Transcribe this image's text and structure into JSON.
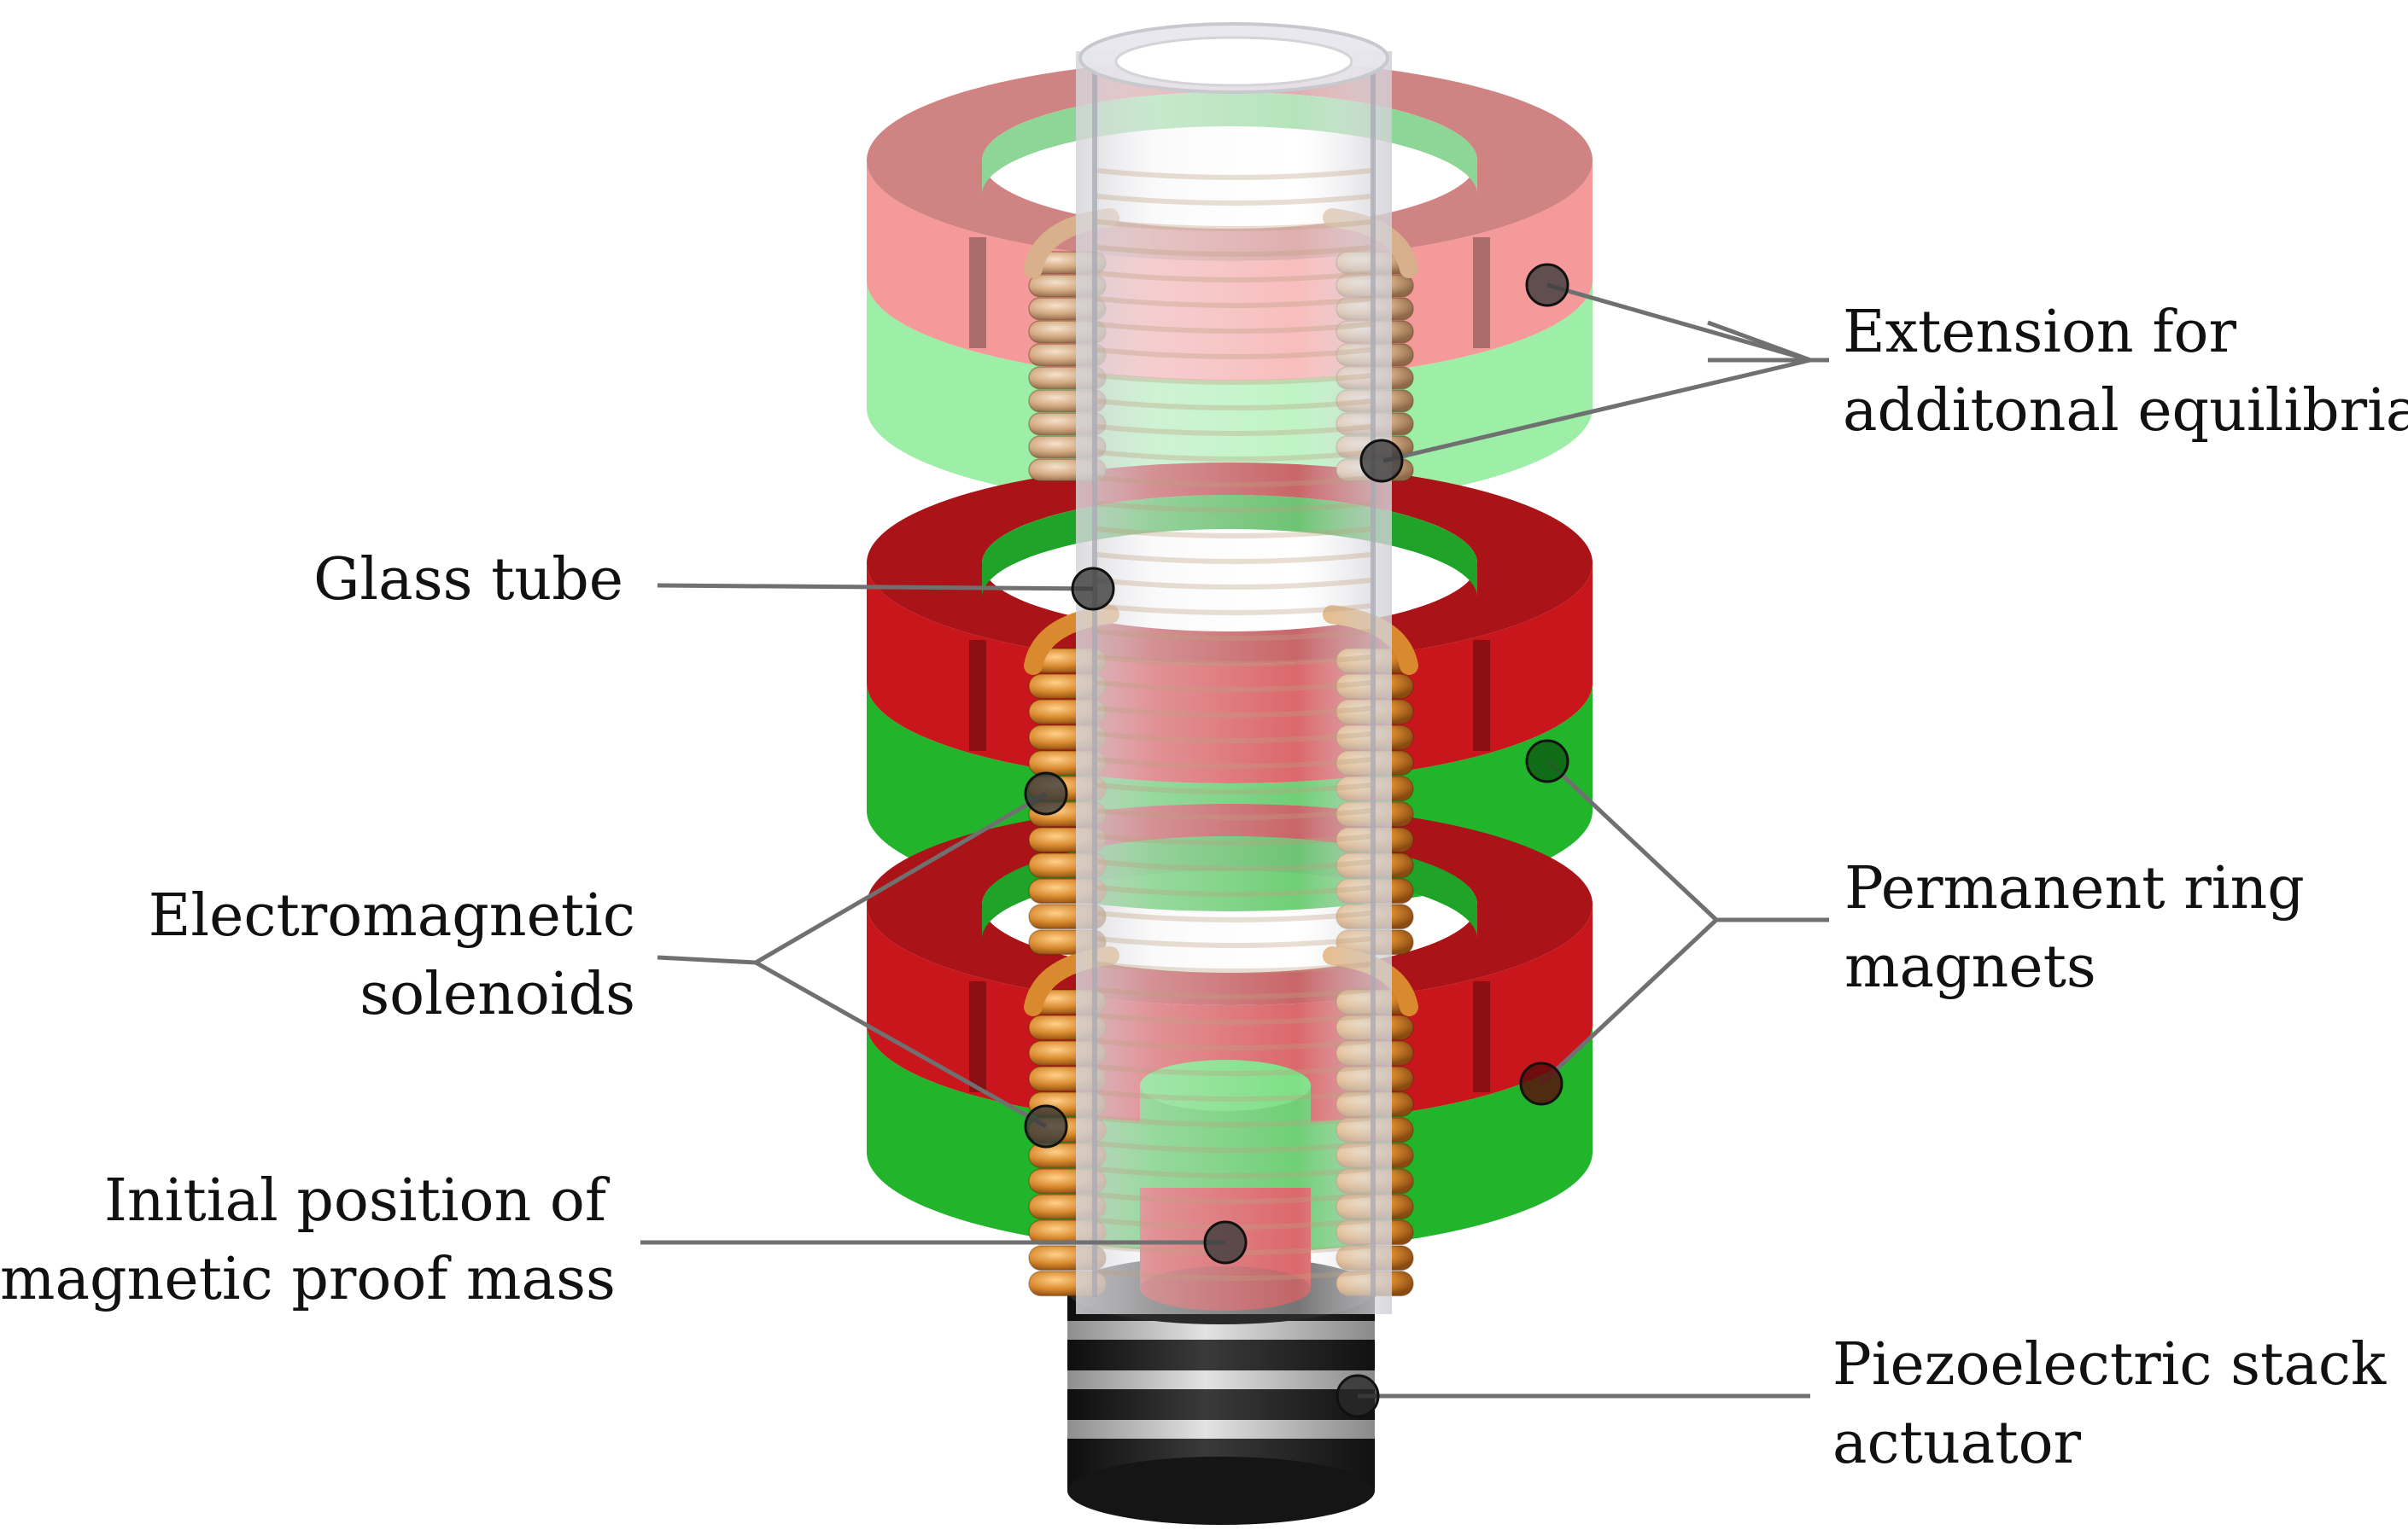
{
  "labels": {
    "extension": {
      "line1": "Extension for",
      "line2": "additonal equilibria"
    },
    "glass_tube": {
      "line1": "Glass tube"
    },
    "solenoids": {
      "line1": "Electromagnetic",
      "line2": "solenoids"
    },
    "ring_magnets": {
      "line1": "Permanent ring",
      "line2": "magnets"
    },
    "proof_mass": {
      "line1": "Initial position of",
      "line2": "magnetic proof mass"
    },
    "piezo": {
      "line1": "Piezoelectric stack",
      "line2": "actuator"
    }
  },
  "colors": {
    "magnet_red": "#c8161c",
    "magnet_green": "#22b52c",
    "extension_red": "#f49a9a",
    "extension_green": "#9deea6",
    "coil_copper": "#d98a2e",
    "coil_light": "#d8b08c",
    "tube_glass": "#e6e6ea",
    "piezo_black": "#1e1e1e",
    "leader": "#707070",
    "marker": "#3c3c3c"
  },
  "icons": {
    "marker": "dot-marker"
  }
}
